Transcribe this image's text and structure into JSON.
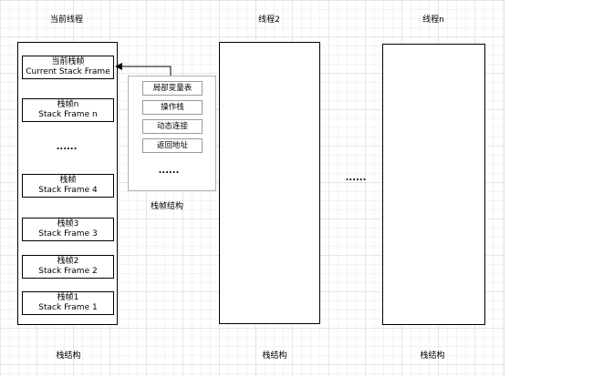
{
  "threads": [
    {
      "title": "当前线程",
      "caption": "栈结构"
    },
    {
      "title": "线程2",
      "caption": "栈结构"
    },
    {
      "title": "线程n",
      "caption": "栈结构"
    }
  ],
  "frames": {
    "current": {
      "line1": "当前栈帧",
      "line2": "Current Stack Frame"
    },
    "frame_n": {
      "line1": "栈帧n",
      "line2": "Stack Frame n"
    },
    "ellipsis": "......",
    "frame_4": {
      "line1": "栈帧",
      "line2": "Stack Frame 4"
    },
    "frame_3": {
      "line1": "栈帧3",
      "line2": "Stack Frame 3"
    },
    "frame_2": {
      "line1": "栈帧2",
      "line2": "Stack Frame 2"
    },
    "frame_1": {
      "line1": "栈帧1",
      "line2": "Stack Frame 1"
    }
  },
  "frame_structure": {
    "items": [
      "局部变量表",
      "操作栈",
      "动态连接",
      "返回地址"
    ],
    "ellipsis": "......",
    "caption": "栈帧结构"
  },
  "between_threads_ellipsis": "......"
}
